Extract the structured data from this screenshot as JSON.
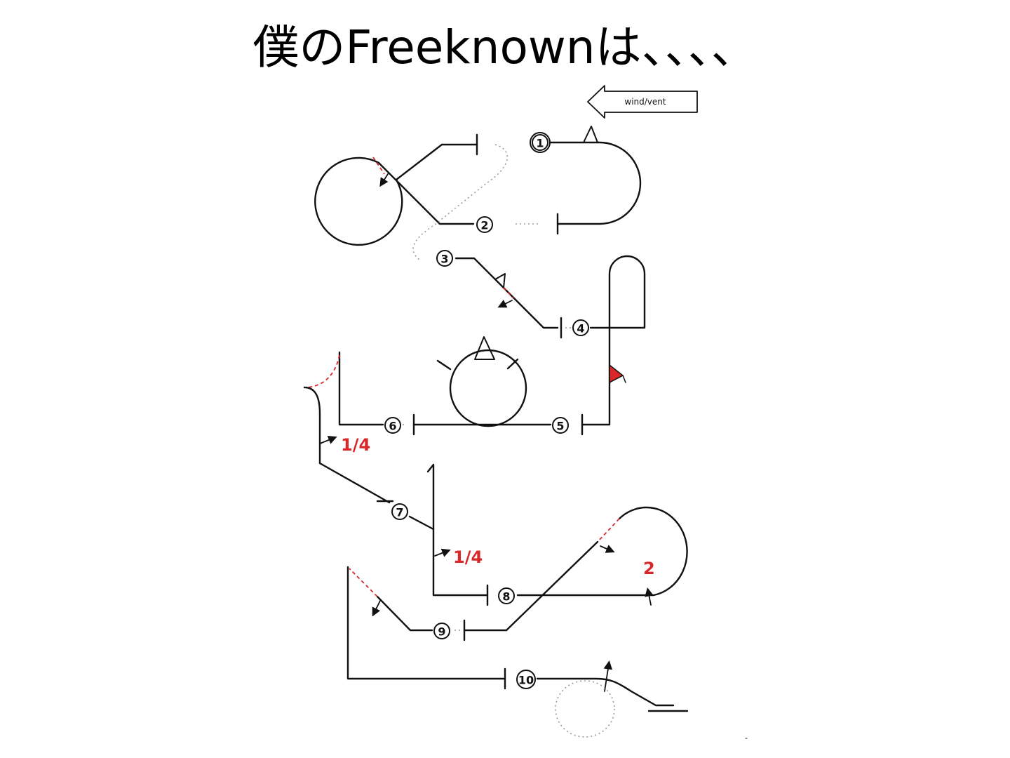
{
  "title": "僕のFreeknownは、、、、",
  "wind_label": "wind/vent",
  "figures": [
    {
      "number": "1"
    },
    {
      "number": "2"
    },
    {
      "number": "3"
    },
    {
      "number": "4"
    },
    {
      "number": "5"
    },
    {
      "number": "6"
    },
    {
      "number": "7"
    },
    {
      "number": "8"
    },
    {
      "number": "9"
    },
    {
      "number": "10"
    }
  ],
  "roll_labels": {
    "fig6_roll": "1/4",
    "fig7_roll": "1/4",
    "fig8_roll": "2"
  },
  "colors": {
    "line": "#111111",
    "accent": "#d8282a",
    "connector": "#9a9a9a"
  }
}
